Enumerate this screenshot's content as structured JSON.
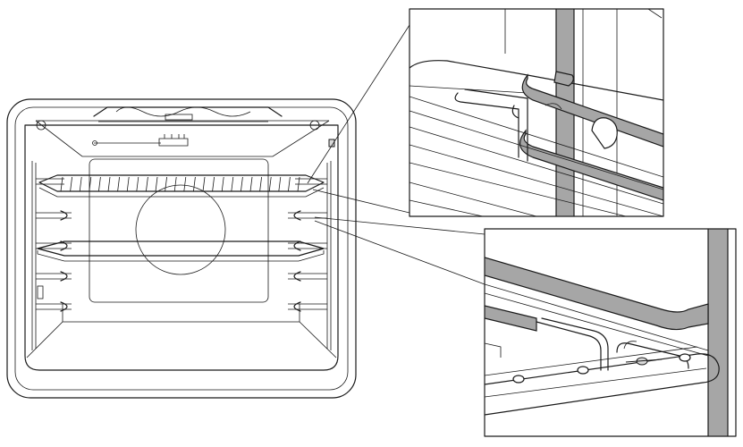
{
  "figure": {
    "subject": "oven-cavity-with-shelf-rails",
    "colors": {
      "line": "#1a1a1a",
      "rail_fill": "#a6a6a6",
      "background": "#ffffff"
    },
    "icons": [
      "oven-cavity",
      "wire-shelf",
      "baking-tray",
      "side-rails",
      "detail-zoom-upper",
      "detail-zoom-lower"
    ]
  }
}
